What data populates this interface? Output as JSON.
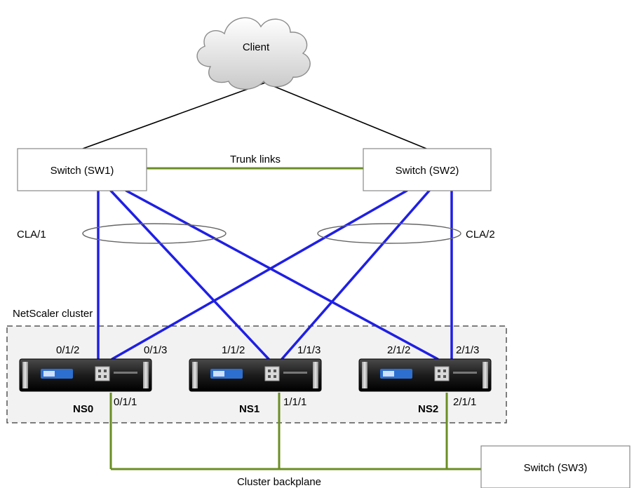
{
  "colors": {
    "blue_link": "#1f1fe6",
    "green_link": "#6b8e23",
    "black_link": "#000000",
    "cluster_border": "#555555",
    "cluster_fill": "#f2f2f2"
  },
  "cloud": {
    "label": "Client"
  },
  "switches": {
    "sw1": "Switch (SW1)",
    "sw2": "Switch (SW2)",
    "sw3": "Switch (SW3)"
  },
  "labels": {
    "trunk_links": "Trunk links",
    "cla1": "CLA/1",
    "cla2": "CLA/2",
    "cluster": "NetScaler cluster",
    "backplane": "Cluster backplane"
  },
  "nodes": [
    {
      "name": "NS0",
      "port_left": "0/1/2",
      "port_right": "0/1/3",
      "port_backplane": "0/1/1"
    },
    {
      "name": "NS1",
      "port_left": "1/1/2",
      "port_right": "1/1/3",
      "port_backplane": "1/1/1"
    },
    {
      "name": "NS2",
      "port_left": "2/1/2",
      "port_right": "2/1/3",
      "port_backplane": "2/1/1"
    }
  ]
}
